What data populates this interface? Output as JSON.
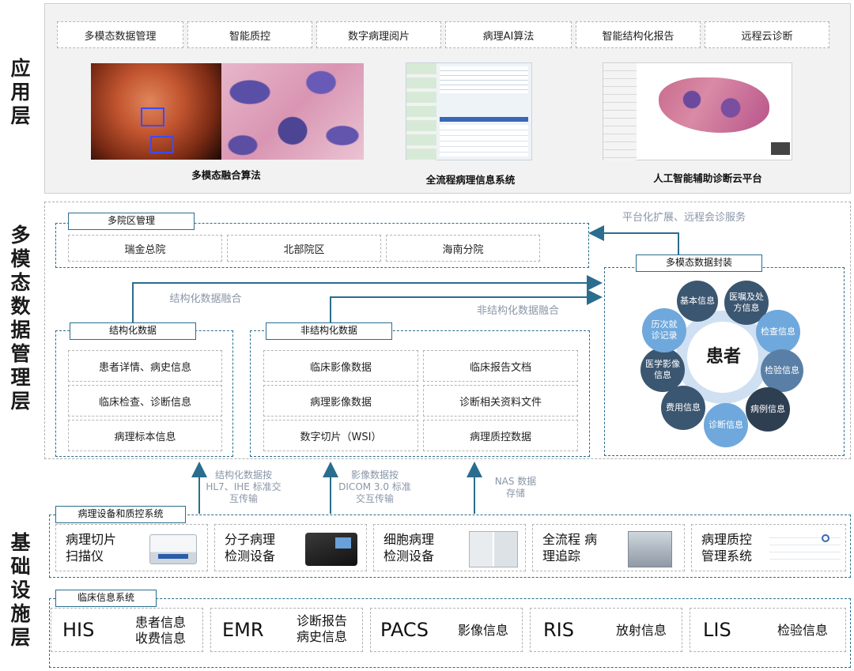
{
  "layers": {
    "app": "应用层",
    "data": "多模态数据管理层",
    "infra": "基础设施层"
  },
  "app_layer": {
    "modules": [
      "多模态数据管理",
      "智能质控",
      "数字病理阅片",
      "病理AI算法",
      "智能结构化报告",
      "远程云诊断"
    ],
    "captions": [
      "多模态融合算法",
      "全流程病理信息系统",
      "人工智能辅助诊断云平台"
    ]
  },
  "data_layer": {
    "campus": {
      "title": "多院区管理",
      "items": [
        "瑞金总院",
        "北部院区",
        "海南分院"
      ]
    },
    "expand_note": "平台化扩展、远程会诊服务",
    "struct_fusion": "结构化数据融合",
    "unstruct_fusion": "非结构化数据融合",
    "structured": {
      "title": "结构化数据",
      "items": [
        "患者详情、病史信息",
        "临床检查、诊断信息",
        "病理标本信息"
      ]
    },
    "unstructured": {
      "title": "非结构化数据",
      "items": [
        "临床影像数据",
        "临床报告文档",
        "病理影像数据",
        "诊断相关资料文件",
        "数字切片（WSI）",
        "病理质控数据"
      ]
    },
    "package": {
      "title": "多模态数据封装",
      "center": "患者",
      "nodes": [
        "基本信息",
        "医嘱及处方信息",
        "检查信息",
        "检验信息",
        "病例信息",
        "诊断信息",
        "费用信息",
        "医学影像信息",
        "历次就诊记录"
      ]
    },
    "transfer_notes": {
      "hl7": "结构化数据按 HL7、IHE 标准交互传输",
      "dicom": "影像数据按 DICOM 3.0 标准交互传输",
      "nas": "NAS 数据存储"
    }
  },
  "infra_layer": {
    "devices_title": "病理设备和质控系统",
    "devices": [
      "病理切片 扫描仪",
      "分子病理 检测设备",
      "细胞病理 检测设备",
      "全流程 病理追踪",
      "病理质控 管理系统"
    ],
    "clinical_title": "临床信息系统",
    "systems": [
      {
        "name": "HIS",
        "desc": "患者信息 收费信息"
      },
      {
        "name": "EMR",
        "desc": "诊断报告 病史信息"
      },
      {
        "name": "PACS",
        "desc": "影像信息"
      },
      {
        "name": "RIS",
        "desc": "放射信息"
      },
      {
        "name": "LIS",
        "desc": "检验信息"
      }
    ]
  },
  "colors": {
    "accent": "#2a6d8f",
    "node_dark": "#3b5670",
    "node_light": "#6fa8dc",
    "note": "#8a96a8"
  }
}
